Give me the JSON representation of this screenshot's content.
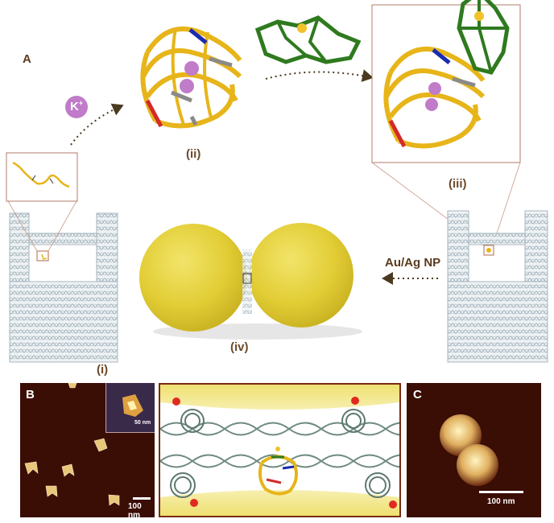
{
  "figure": {
    "panel_labels": {
      "a": "A",
      "b": "B",
      "c": "C"
    },
    "stage_labels": {
      "i": "(i)",
      "ii": "(ii)",
      "iii": "(iii)",
      "iv": "(iv)"
    },
    "ion_label": "K",
    "ion_charge": "+",
    "np_label": "Au/Ag NP",
    "scale_bars": {
      "b_main": "100 nm",
      "b_inset": "50 nm",
      "c": "100 nm"
    },
    "colors": {
      "gold_strand": "#e7b51a",
      "dna_origami": "#b7c3cb",
      "hemin_green": "#2f7a1f",
      "nanoparticle": "#e8d33f",
      "afm_background": "#3a0d05",
      "frame_brown": "#7a2a14",
      "potassium": "#c07cc8",
      "label_brown": "#6b4a2a",
      "corner_markers": "#e02a20"
    },
    "icons": [
      "g-quadruplex-icon",
      "hemin-icon",
      "dna-origami-icon",
      "gold-nanoparticle-icon",
      "dotted-arrow-icon"
    ]
  }
}
